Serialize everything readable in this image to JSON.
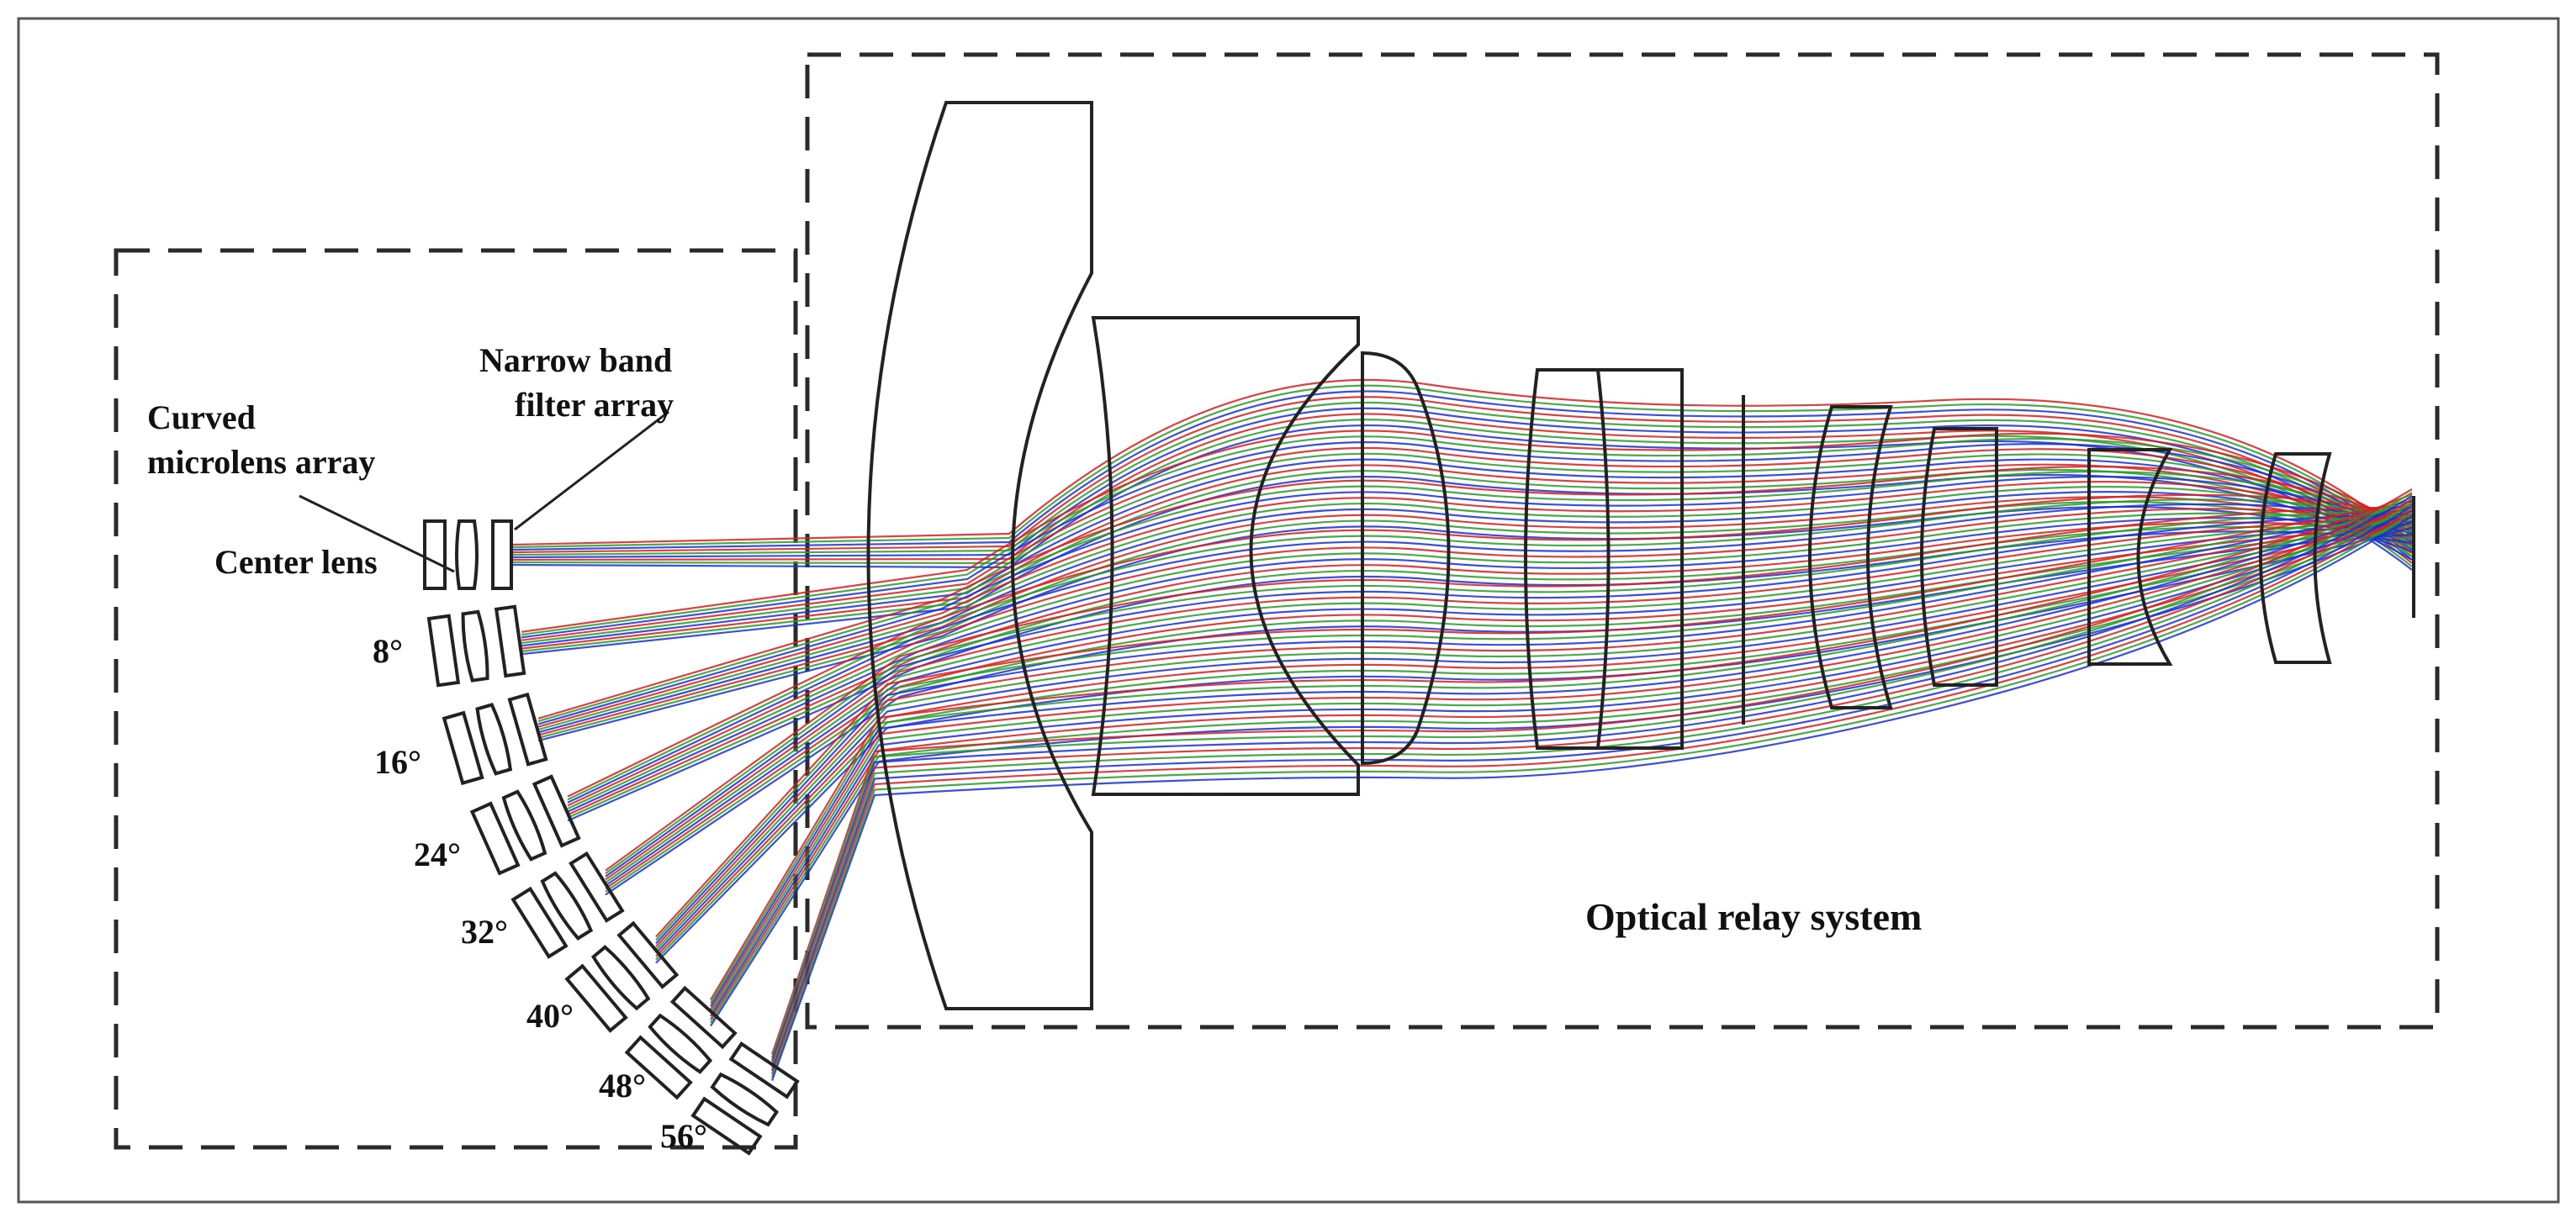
{
  "labels": {
    "narrow_band_line1": "Narrow band",
    "narrow_band_line2": "filter array",
    "curved_line1": "Curved",
    "curved_line2": "microlens array",
    "center_lens": "Center lens",
    "relay": "Optical relay system"
  },
  "angles": [
    "8°",
    "16°",
    "24°",
    "32°",
    "40°",
    "48°",
    "56°"
  ],
  "ray_colors": [
    "#d62020",
    "#2a9a2a",
    "#1a2fd6"
  ]
}
